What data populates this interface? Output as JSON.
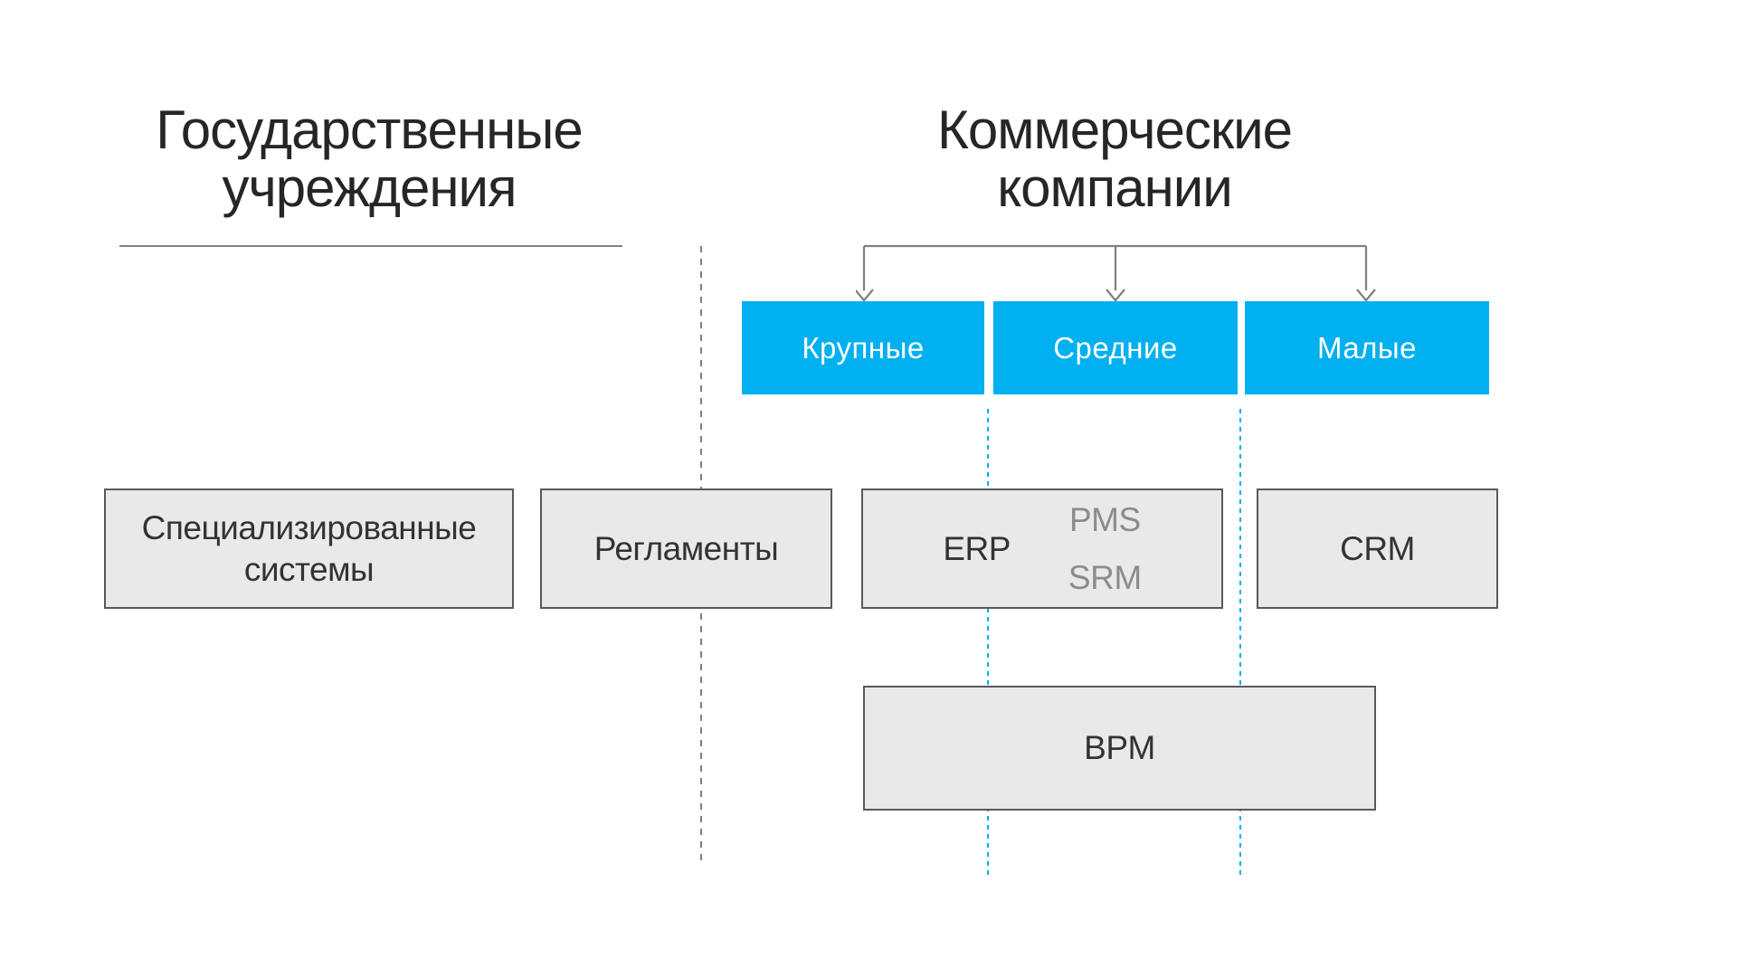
{
  "headers": {
    "left": {
      "line1": "Государственные",
      "line2": "учреждения"
    },
    "right": {
      "line1": "Коммерческие",
      "line2": "компании"
    }
  },
  "company_sizes": [
    {
      "label": "Крупные"
    },
    {
      "label": "Средние"
    },
    {
      "label": "Малые"
    }
  ],
  "systems": {
    "specialized": "Специализированные системы",
    "regulations": "Регламенты",
    "erp": "ERP",
    "pms": "PMS",
    "srm": "SRM",
    "crm": "CRM",
    "bpm": "BPM"
  },
  "colors": {
    "accent_blue": "#00B0F0",
    "box_fill": "#E9E9E9",
    "box_border": "#595959",
    "line_gray": "#808080",
    "muted_text": "#8C8C8C",
    "title_text": "#262626"
  }
}
